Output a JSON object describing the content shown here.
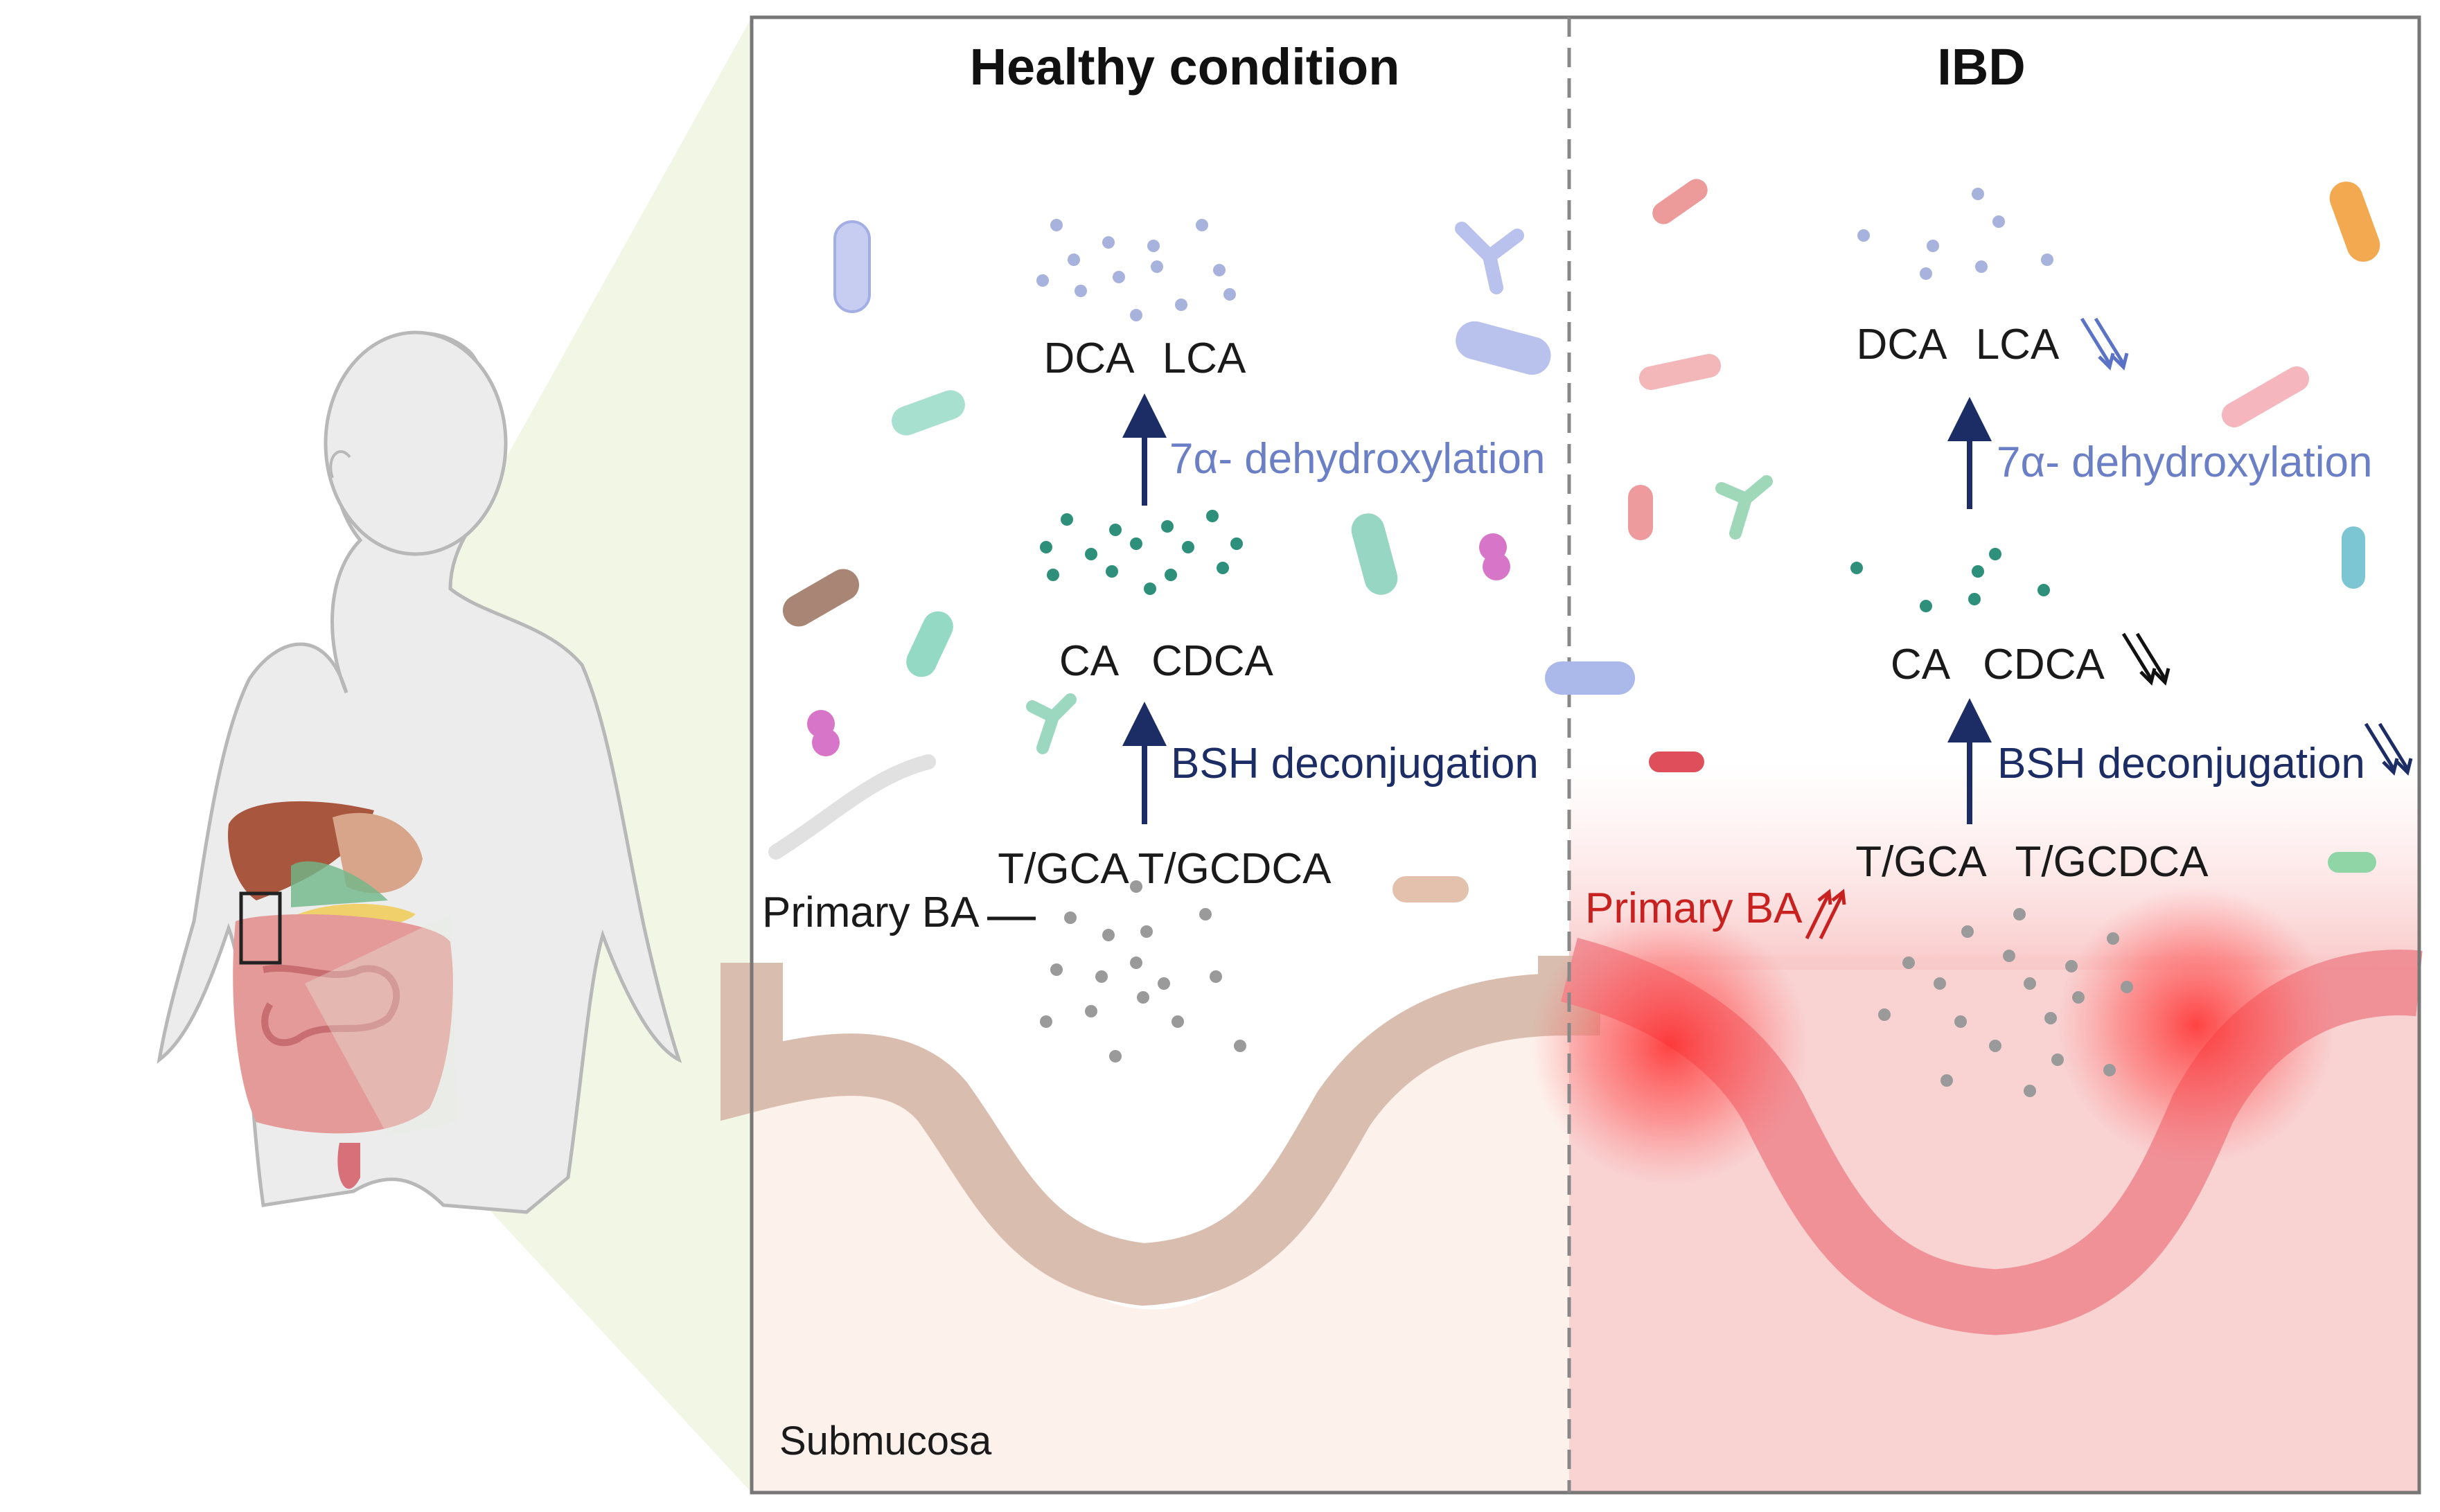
{
  "healthy": {
    "title": "Healthy condition",
    "secondary_ba": [
      "DCA",
      "LCA"
    ],
    "step1": "7α- dehydroxylation",
    "unconjugated_ba": [
      "CA",
      "CDCA"
    ],
    "step2": "BSH deconjugation",
    "conjugated_ba": [
      "T/GCA",
      "T/GCDCA"
    ],
    "primary_label": "Primary BA",
    "submucosa": "Submucosa"
  },
  "ibd": {
    "title": "IBD",
    "secondary_ba": [
      "DCA",
      "LCA"
    ],
    "step1": "7α- dehydroxylation",
    "unconjugated_ba": [
      "CA",
      "CDCA"
    ],
    "step2": "BSH deconjugation",
    "conjugated_ba": [
      "T/GCA",
      "T/GCDCA"
    ],
    "primary_label": "Primary BA"
  },
  "colors": {
    "navy": "#1c2d66",
    "secondary_blue": "#6b7fc6",
    "increase_red": "#c8211f",
    "primary_dot": "#9a9a9a",
    "unconjugated_dot": "#2e8f7a",
    "secondary_dot": "#a7b2dd",
    "healthy_tissue": "#e8d3c8",
    "inflamed_tissue": "#f08a8f"
  },
  "icons": [
    "human-body-icon",
    "bacteria-icon",
    "down-arrows-icon",
    "up-arrows-icon"
  ]
}
